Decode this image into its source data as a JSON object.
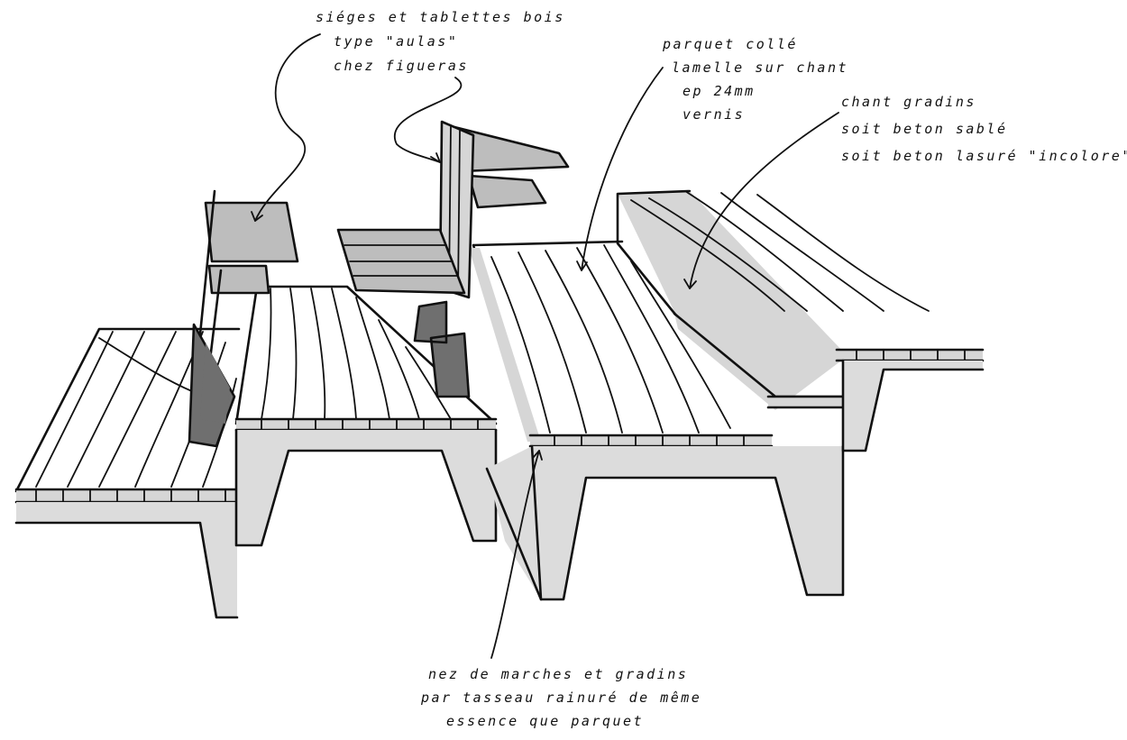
{
  "annotations": {
    "seats": {
      "line1": "siéges et tablettes bois",
      "line2": "type \"aulas\"",
      "line3": "chez figueras"
    },
    "parquet": {
      "line1": "parquet collé",
      "line2": "lamelle sur chant",
      "line3": "ep 24mm",
      "line4": "vernis"
    },
    "chant": {
      "line1": "chant gradins",
      "line2": "soit beton sablé",
      "line3": "soit beton lasuré \"incolore\""
    },
    "nez": {
      "line1": "nez de marches et gradins",
      "line2": "par tasseau rainuré de même",
      "line3": "essence que parquet"
    }
  }
}
